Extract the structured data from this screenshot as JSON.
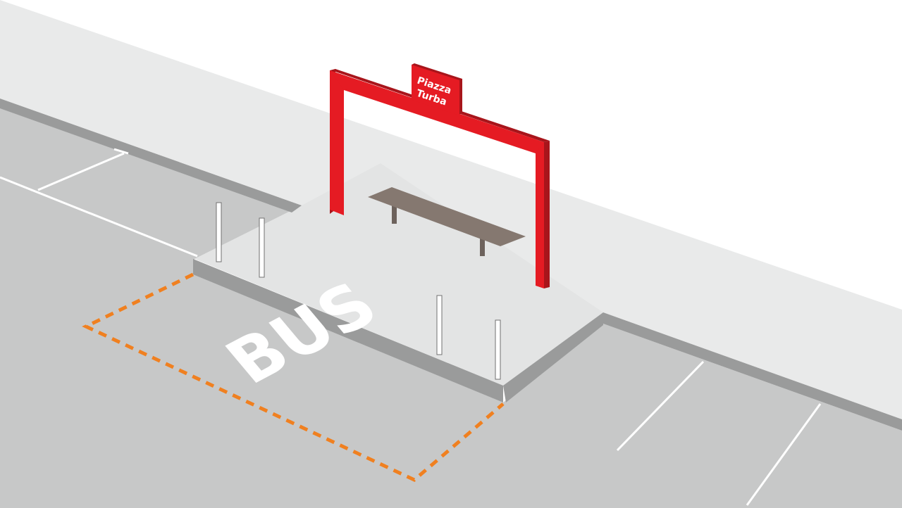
{
  "sign": {
    "line1": "Piazza",
    "line2": "Turba"
  },
  "road_marking": {
    "text": "BUS"
  },
  "colors": {
    "background": "#ffffff",
    "sidewalk": "#e9eaea",
    "platform": "#e3e4e4",
    "road": "#c7c8c8",
    "curb": "#9a9b9b",
    "frame_red": "#e51b23",
    "frame_red_dark": "#a8151b",
    "bench": "#857870",
    "bench_leg": "#6d625c",
    "bus_box": "#f08020",
    "marking": "#ffffff"
  }
}
